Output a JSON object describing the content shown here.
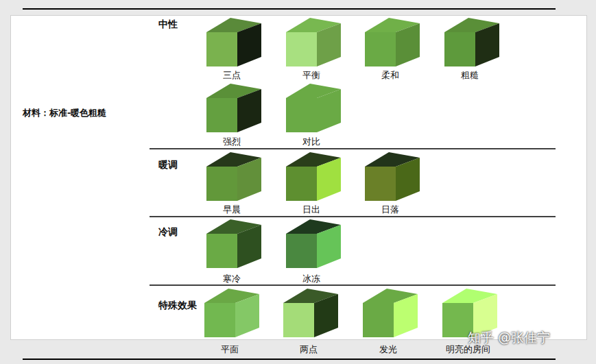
{
  "diagram": {
    "nodes": [
      {
        "text": [
          "三点"
        ]
      },
      {
        "text": [
          "平衡"
        ]
      },
      {
        "text": [
          "柔和"
        ]
      },
      {
        "text": [
          "粗糙"
        ]
      },
      {
        "text": [
          "强烈"
        ]
      },
      {
        "text": [
          "对比"
        ]
      },
      {
        "text": [
          "早晨"
        ]
      },
      {
        "text": [
          "日出"
        ]
      },
      {
        "text": [
          "日落"
        ]
      },
      {
        "text": [
          "寒冷"
        ]
      },
      {
        "text": [
          "冰冻"
        ]
      },
      {
        "text": [
          "平面"
        ]
      },
      {
        "text": [
          "两点"
        ]
      },
      {
        "text": [
          "发光"
        ]
      },
      {
        "text": [
          "明亮的房间"
        ]
      }
    ],
    "labels": [
      "材料：标准-暖色粗糙",
      "中性",
      "暖调",
      "冷调",
      "特殊效果",
      "知乎 @张佳宁"
    ]
  }
}
